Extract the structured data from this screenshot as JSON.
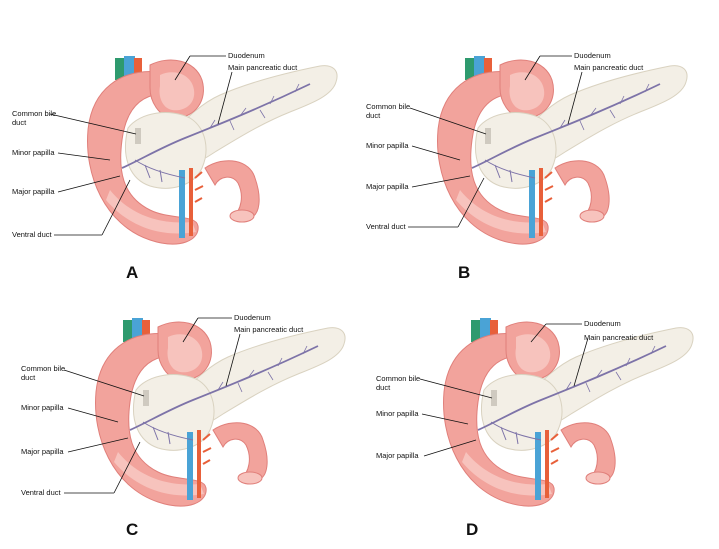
{
  "figure": {
    "panels": [
      {
        "letter": "A",
        "labels": {
          "duodenum": "Duodenum",
          "main_duct": "Main pancreatic duct",
          "cbd_1": "Common bile",
          "cbd_2": "duct",
          "minor": "Minor papilla",
          "major": "Major papilla",
          "ventral": "Ventral duct"
        }
      },
      {
        "letter": "B",
        "labels": {
          "duodenum": "Duodenum",
          "main_duct": "Main pancreatic duct",
          "cbd_1": "Common bile",
          "cbd_2": "duct",
          "minor": "Minor papilla",
          "major": "Major papilla",
          "ventral": "Ventral duct"
        }
      },
      {
        "letter": "C",
        "labels": {
          "duodenum": "Duodenum",
          "main_duct": "Main pancreatic duct",
          "cbd_1": "Common bile",
          "cbd_2": "duct",
          "minor": "Minor papilla",
          "major": "Major papilla",
          "ventral": "Ventral duct"
        }
      },
      {
        "letter": "D",
        "labels": {
          "duodenum": "Duodenum",
          "main_duct": "Main pancreatic duct",
          "cbd_1": "Common bile",
          "cbd_2": "duct",
          "minor": "Minor papilla",
          "major": "Major papilla"
        }
      }
    ],
    "colors": {
      "duodenum": "#f2a39c",
      "duodenum_dark": "#e07f7a",
      "duodenum_light": "#f7c3bd",
      "pancreas": "#f3efe6",
      "pancreas_edge": "#d9d2c0",
      "duct": "#7d73a8",
      "vein": "#4aa3d6",
      "artery": "#e8603a",
      "green_vessel": "#2e9a6e",
      "bile_duct": "#cfcac0"
    }
  }
}
